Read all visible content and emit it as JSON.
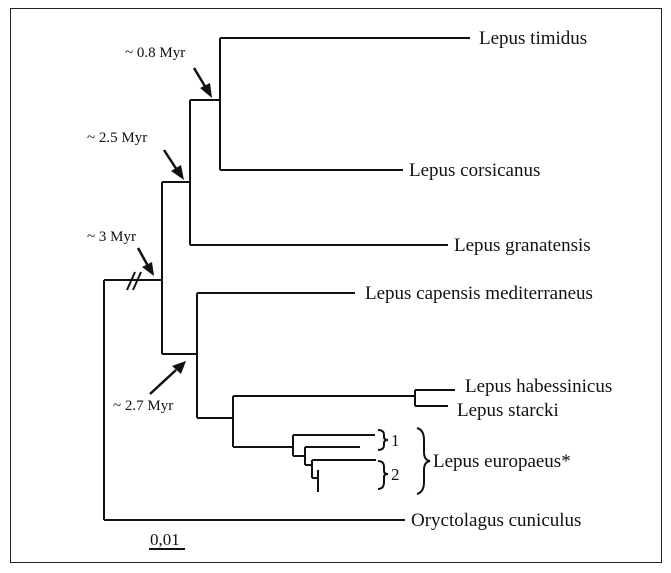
{
  "taxa": {
    "timidus": "Lepus timidus",
    "corsicanus": "Lepus corsicanus",
    "granatensis": "Lepus granatensis",
    "capensis": "Lepus capensis mediterraneus",
    "habessinicus": "Lepus habessinicus",
    "starcki": "Lepus starcki",
    "europaeus": "Lepus europaeus*",
    "oryctolagus": "Oryctolagus cuniculus"
  },
  "node_ages": {
    "timidus_corsicanus": "~ 0.8 Myr",
    "granatensis_split": "~ 2.5 Myr",
    "root_lepus": "~ 3 Myr",
    "capensis_split": "~ 2.7 Myr"
  },
  "clades": {
    "clade_1": "1",
    "clade_2": "2"
  },
  "scale_bar": {
    "label": "0,01"
  }
}
